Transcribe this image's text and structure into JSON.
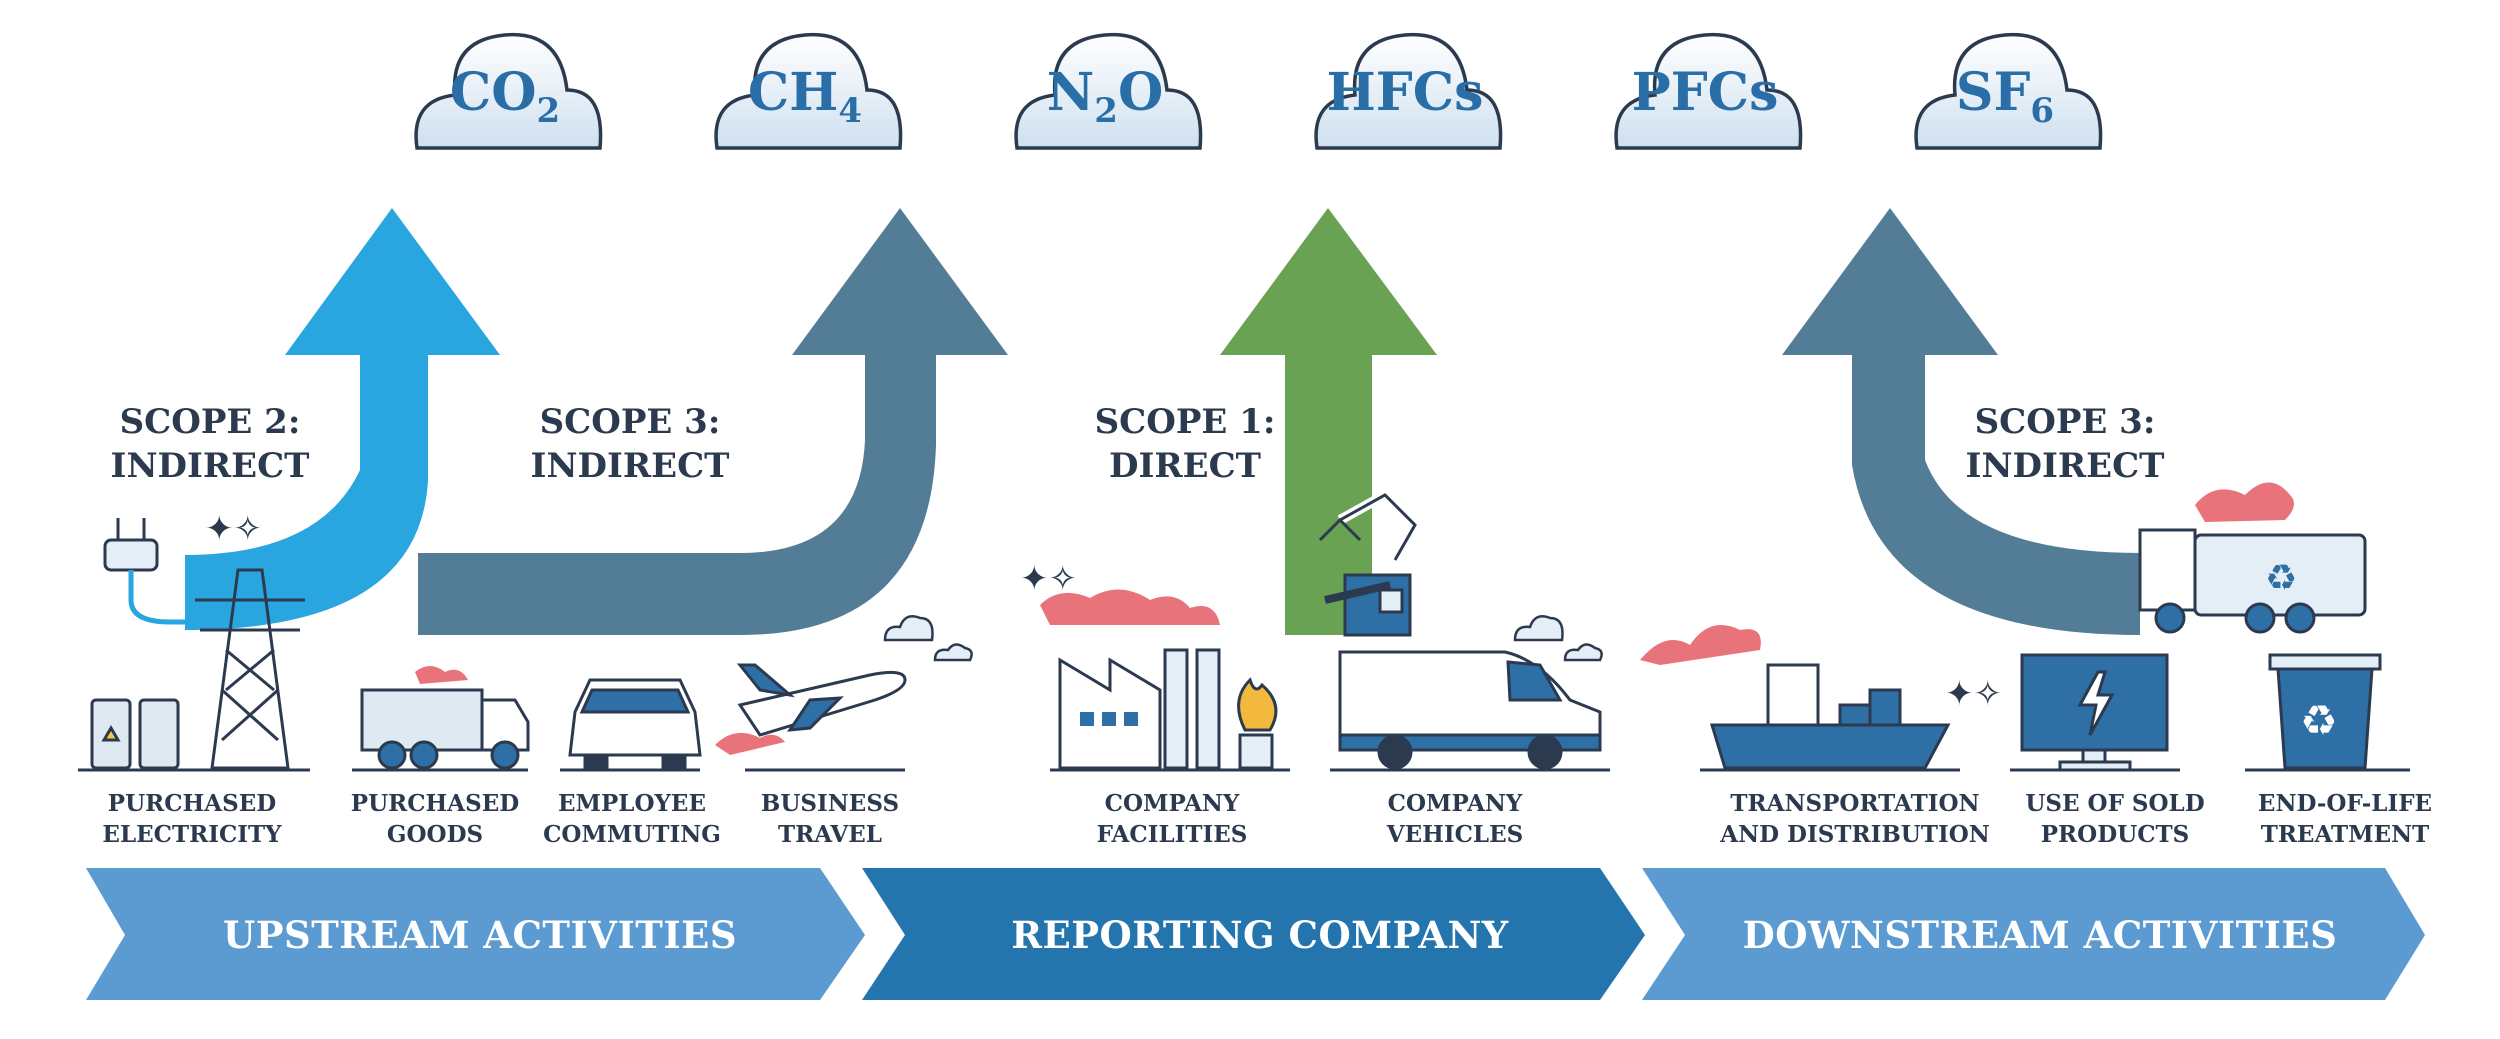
{
  "gases": [
    {
      "main": "CO",
      "sub": "2"
    },
    {
      "main": "CH",
      "sub": "4"
    },
    {
      "main": "N",
      "sub": "2",
      "tail": "O"
    },
    {
      "main": "HFCs"
    },
    {
      "main": "PFCs"
    },
    {
      "main": "SF",
      "sub": "6"
    }
  ],
  "scopes": [
    {
      "line1": "SCOPE 2:",
      "line2": "INDIRECT"
    },
    {
      "line1": "SCOPE 3:",
      "line2": "INDIRECT"
    },
    {
      "line1": "SCOPE 1:",
      "line2": "DIRECT"
    },
    {
      "line1": "SCOPE 3:",
      "line2": "INDIRECT"
    }
  ],
  "items": [
    {
      "line1": "PURCHASED",
      "line2": "ELECTRICITY"
    },
    {
      "line1": "PURCHASED",
      "line2": "GOODS"
    },
    {
      "line1": "EMPLOYEE",
      "line2": "COMMUTING"
    },
    {
      "line1": "BUSINESS",
      "line2": "TRAVEL"
    },
    {
      "line1": "COMPANY",
      "line2": "FACILITIES"
    },
    {
      "line1": "COMPANY",
      "line2": "VEHICLES"
    },
    {
      "line1": "TRANSPORTATION",
      "line2": "AND DISTRIBUTION"
    },
    {
      "line1": "USE OF SOLD",
      "line2": "PRODUCTS"
    },
    {
      "line1": "END-OF-LIFE",
      "line2": "TREATMENT"
    }
  ],
  "bands": [
    {
      "label": "UPSTREAM ACTIVITIES"
    },
    {
      "label": "REPORTING COMPANY"
    },
    {
      "label": "DOWNSTREAM ACTIVITIES"
    }
  ],
  "colors": {
    "scope2_arrow": "#29a6df",
    "scope3_arrow": "#537d96",
    "scope1_arrow": "#6aa254",
    "band_light": "#5b9bd1",
    "band_dark": "#2475ad",
    "cloud_fill": "#e4eef7",
    "smoke": "#e8737a",
    "outline": "#2c3a4f"
  }
}
